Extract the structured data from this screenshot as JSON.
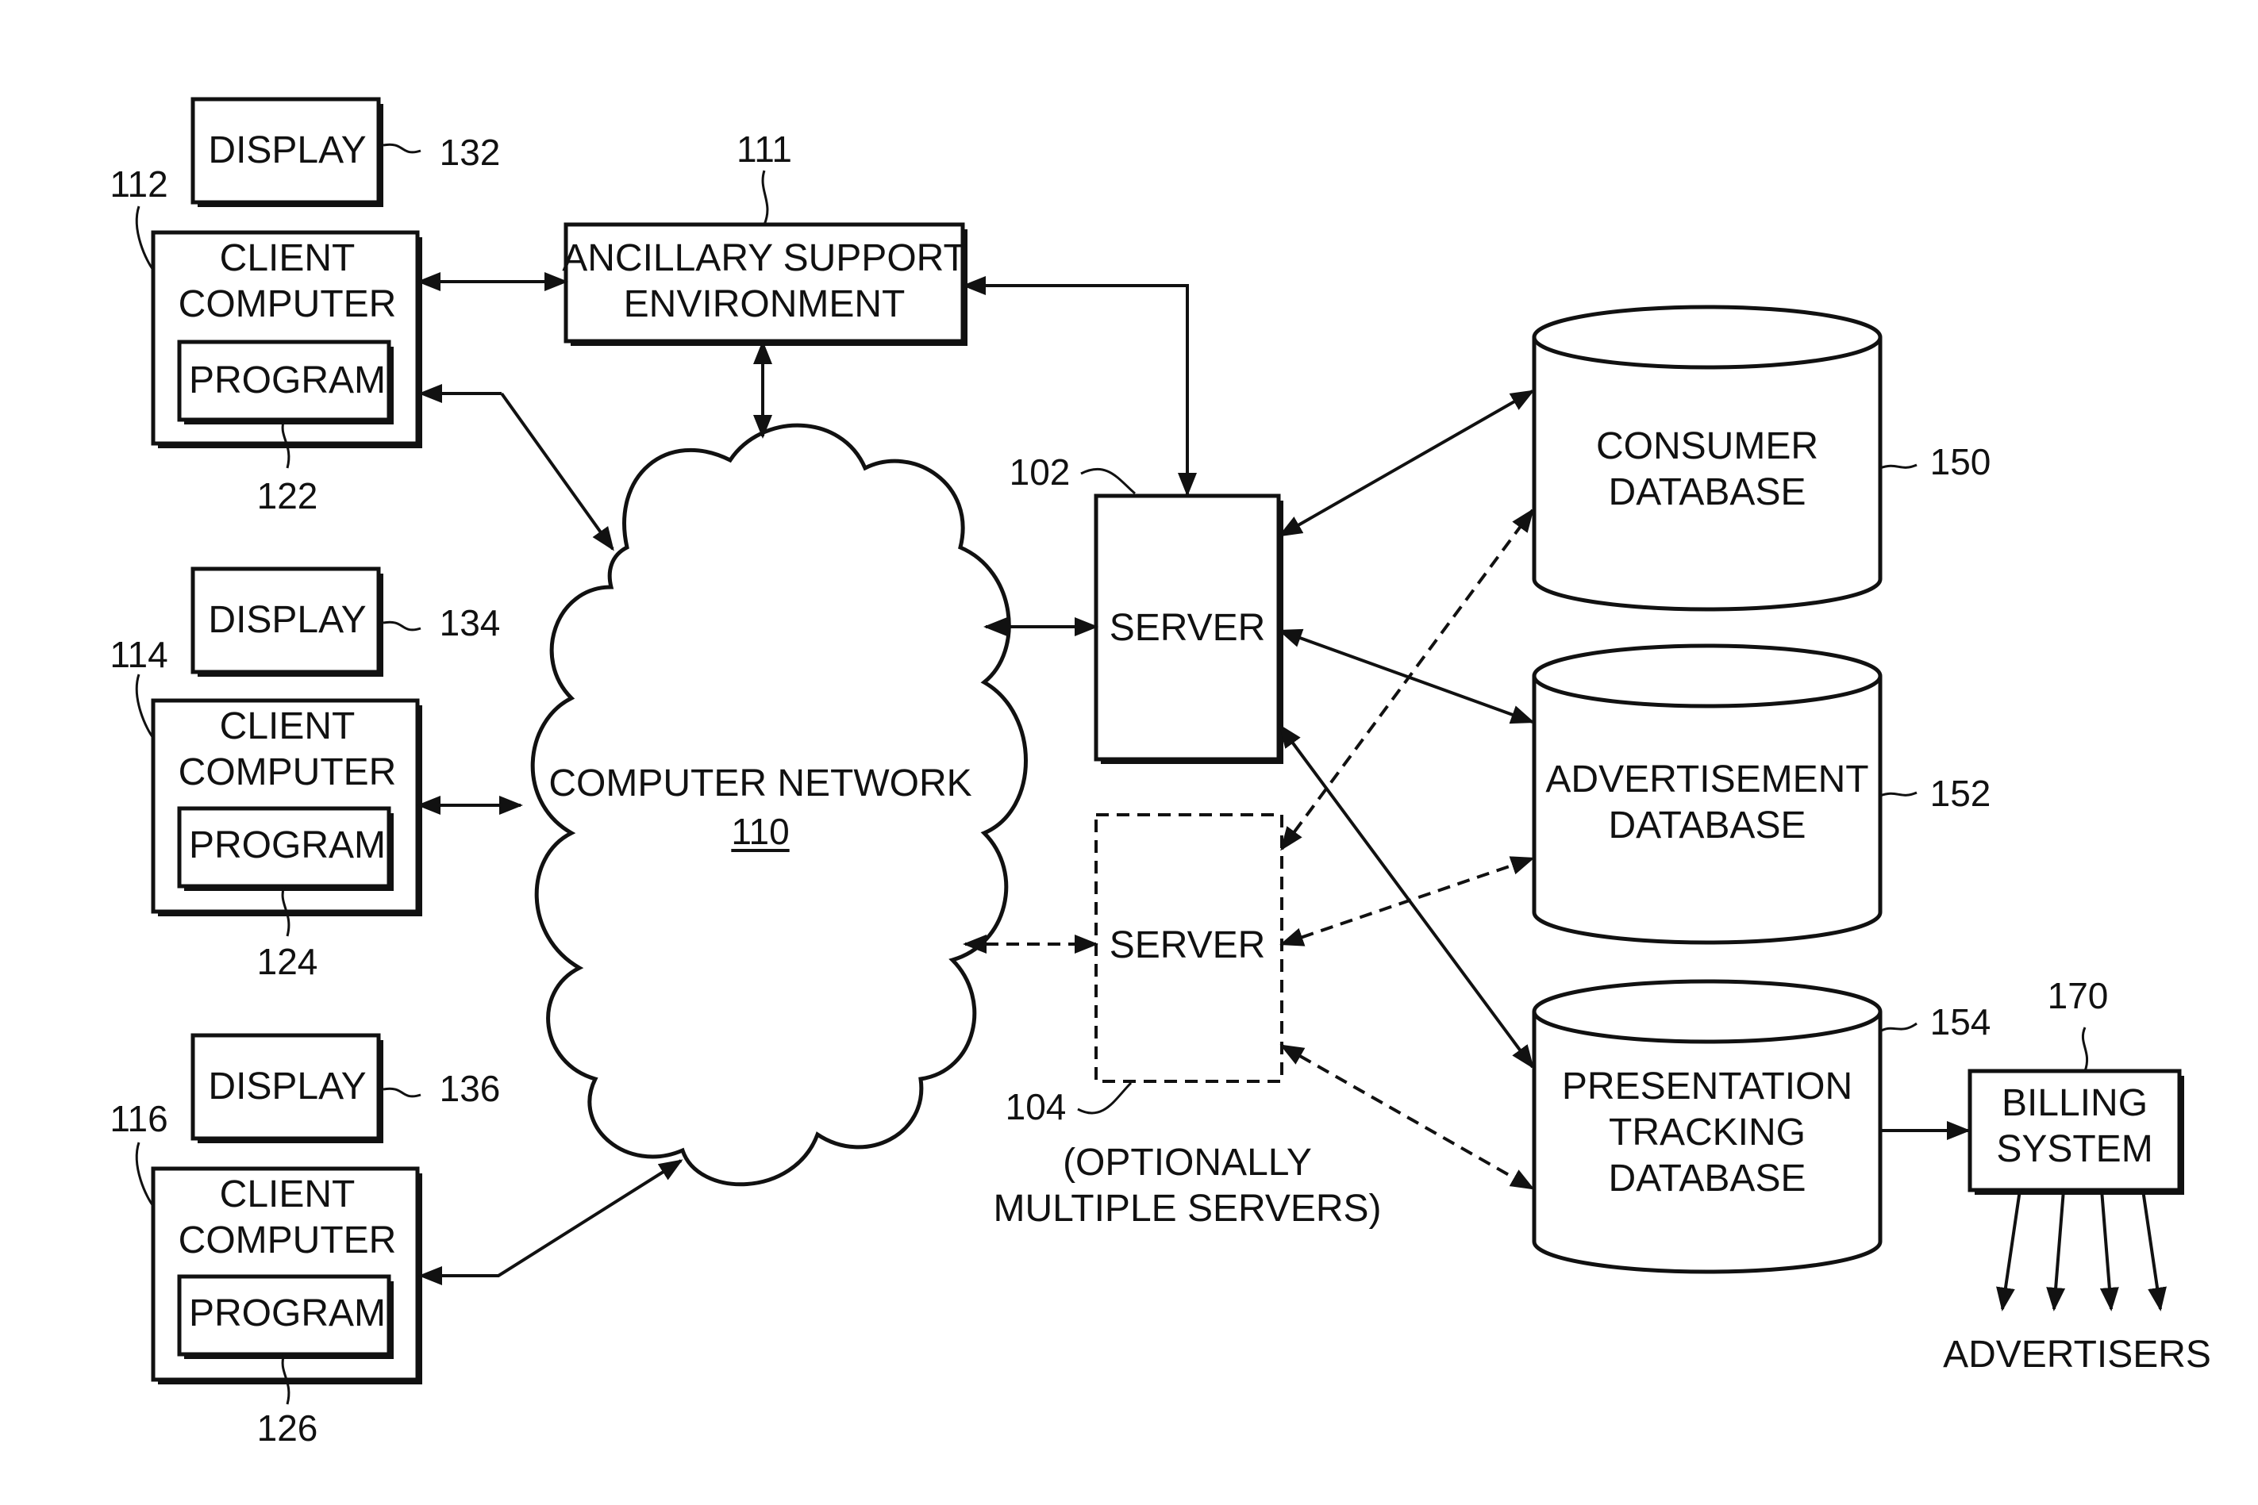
{
  "displays": [
    {
      "label": "DISPLAY",
      "ref": "132"
    },
    {
      "label": "DISPLAY",
      "ref": "134"
    },
    {
      "label": "DISPLAY",
      "ref": "136"
    }
  ],
  "clients": [
    {
      "label": "CLIENT\nCOMPUTER",
      "ref": "112",
      "program_label": "PROGRAM",
      "program_ref": "122"
    },
    {
      "label": "CLIENT\nCOMPUTER",
      "ref": "114",
      "program_label": "PROGRAM",
      "program_ref": "124"
    },
    {
      "label": "CLIENT\nCOMPUTER",
      "ref": "116",
      "program_label": "PROGRAM",
      "program_ref": "126"
    }
  ],
  "ancillary": {
    "label": "ANCILLARY SUPPORT\nENVIRONMENT",
    "ref": "111"
  },
  "network": {
    "label": "COMPUTER NETWORK",
    "ref": "110"
  },
  "server_primary": {
    "label": "SERVER",
    "ref": "102"
  },
  "server_optional": {
    "label": "SERVER",
    "ref": "104",
    "note": "(OPTIONALLY\nMULTIPLE SERVERS)"
  },
  "databases": [
    {
      "label": "CONSUMER\nDATABASE",
      "ref": "150"
    },
    {
      "label": "ADVERTISEMENT\nDATABASE",
      "ref": "152"
    },
    {
      "label": "PRESENTATION\nTRACKING\nDATABASE",
      "ref": "154"
    }
  ],
  "billing": {
    "label": "BILLING\nSYSTEM",
    "ref": "170"
  },
  "advertisers": {
    "label": "ADVERTISERS"
  }
}
